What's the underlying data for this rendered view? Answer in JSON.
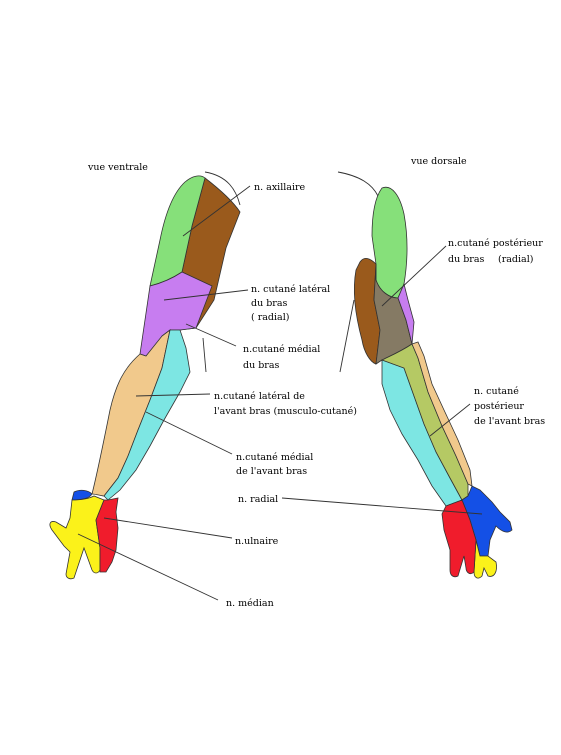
{
  "views": {
    "ventral": "vue ventrale",
    "dorsal": "vue dorsale"
  },
  "labels": {
    "axillaire": "n. axillaire",
    "cut_lat_bras_1": "n. cutané latéral",
    "cut_lat_bras_2": "du bras",
    "cut_lat_bras_3": "( radial)",
    "cut_med_bras_1": "n.cutané médial",
    "cut_med_bras_2": "du bras",
    "cut_lat_avb_1": "n.cutané latéral de",
    "cut_lat_avb_2": "l'avant bras (musculo-cutané)",
    "cut_med_avb_1": "n.cutané médial",
    "cut_med_avb_2": "de l'avant bras",
    "ulnaire": "n.ulnaire",
    "median": "n. médian",
    "cut_post_1": "n.cutané postérieur",
    "cut_post_2": "du bras",
    "cut_post_3": "(radial)",
    "cut_post_avb_1": "n. cutané",
    "cut_post_avb_2": "postérieur",
    "cut_post_avb_3": "de l'avant bras",
    "radial": "n. radial"
  },
  "colors": {
    "axillaire": "#86e07a",
    "cutane_lateral_bras": "#c77df0",
    "cutane_medial_bras": "#9a5a1c",
    "cutane_lateral_avant_bras": "#f1c98c",
    "cutane_medial_avant_bras": "#7de6e3",
    "cutane_posterieur_bras": "#857a64",
    "cutane_posterieur_avant_bras": "#b5c964",
    "radial": "#1450e6",
    "ulnaire": "#f01c2c",
    "median": "#fbf21a"
  }
}
